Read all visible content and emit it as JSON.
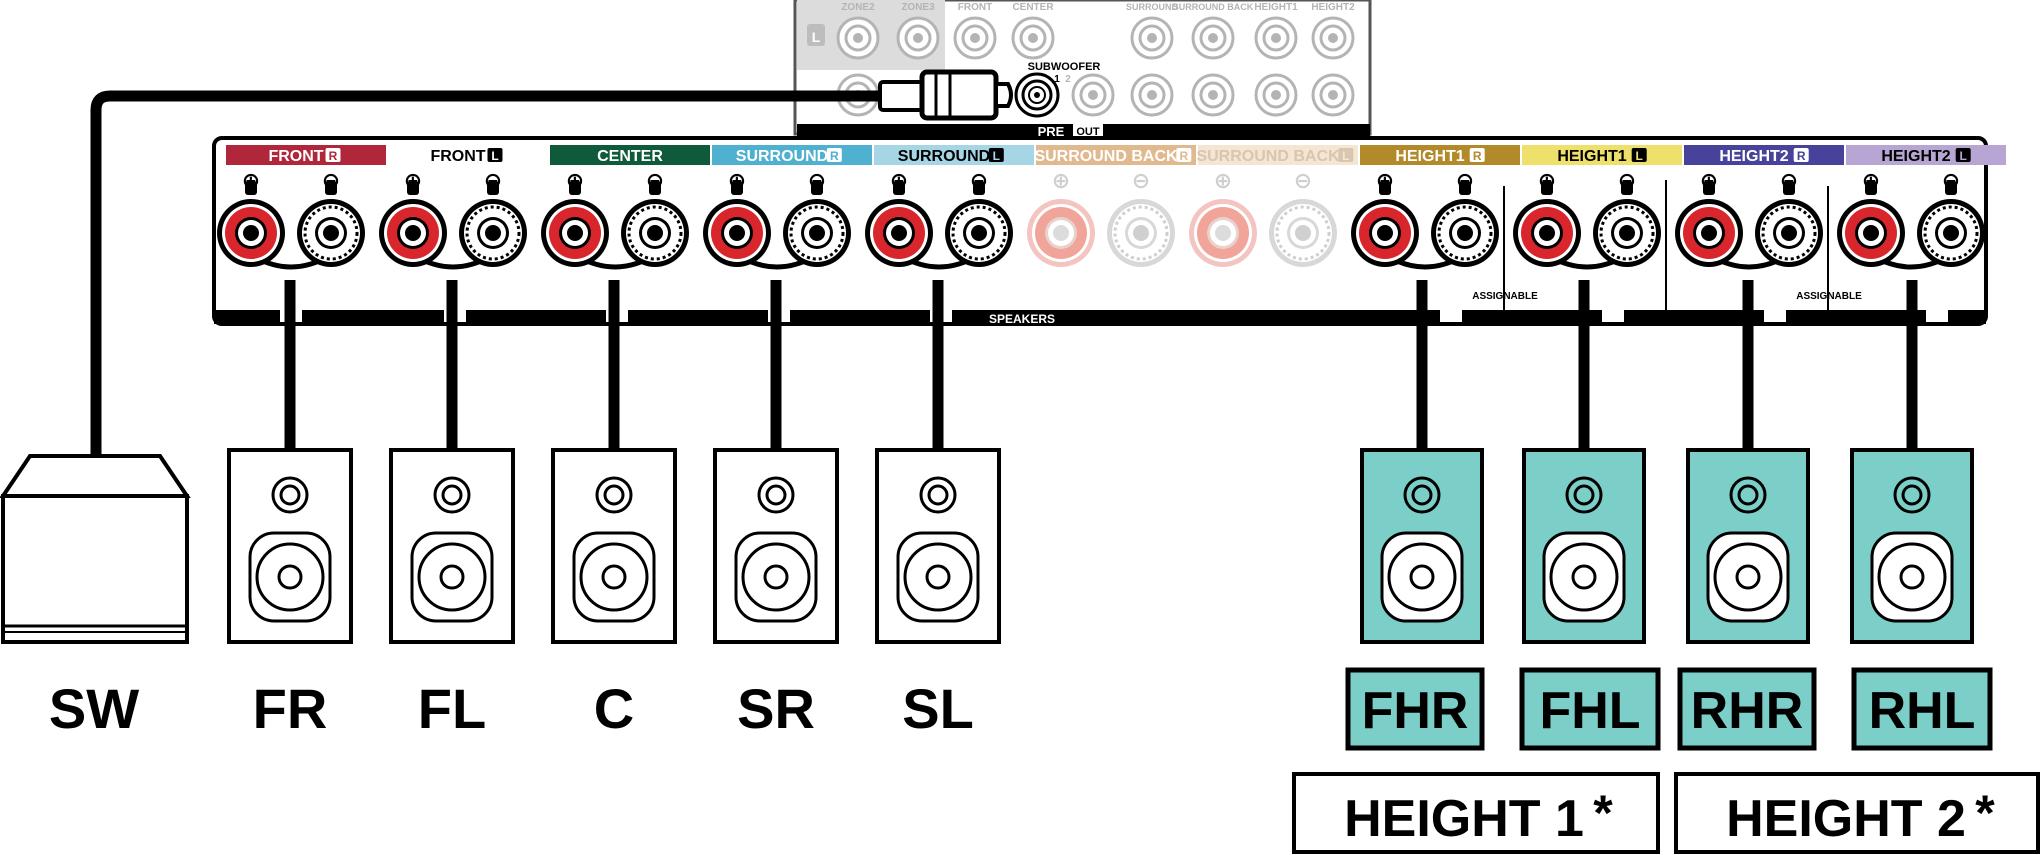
{
  "pre_out": {
    "zone_l": "L",
    "zone2": "ZONE2",
    "zone3": "ZONE3",
    "front": "FRONT",
    "center": "CENTER",
    "surround": "SURROUND",
    "surround_back": "SURROUND BACK",
    "height1": "HEIGHT1",
    "height2": "HEIGHT2",
    "subwoofer": "SUBWOOFER",
    "sw_1": "1",
    "sw_2": "2",
    "pre": "PRE",
    "out": "OUT"
  },
  "speaker_panel": {
    "speakers_label": "SPEAKERS",
    "assignable_1": "ASSIGNABLE",
    "assignable_2": "ASSIGNABLE",
    "plus_sign": "⊕",
    "minus_sign": "⊖",
    "channels": [
      {
        "label": "FRONT",
        "side": "R",
        "color": "#b0263a",
        "text": "#ffffff",
        "active": true
      },
      {
        "label": "FRONT",
        "side": "L",
        "color": "#ffffff",
        "text": "#000000",
        "active": true
      },
      {
        "label": "CENTER",
        "side": "",
        "color": "#0f5a3a",
        "text": "#ffffff",
        "active": true
      },
      {
        "label": "SURROUND",
        "side": "R",
        "color": "#4fb1cf",
        "text": "#ffffff",
        "active": true
      },
      {
        "label": "SURROUND",
        "side": "L",
        "color": "#a6d6e6",
        "text": "#000000",
        "active": true
      },
      {
        "label": "SURROUND BACK",
        "side": "R",
        "color": "#e0b98f",
        "text": "#ffffff",
        "active": false
      },
      {
        "label": "SURROUND BACK",
        "side": "L",
        "color": "#f4e6d3",
        "text": "#d8c6b0",
        "active": false
      },
      {
        "label": "HEIGHT1",
        "side": "R",
        "color": "#b38a2a",
        "text": "#ffffff",
        "active": true
      },
      {
        "label": "HEIGHT1",
        "side": "L",
        "color": "#eee06a",
        "text": "#000000",
        "active": true
      },
      {
        "label": "HEIGHT2",
        "side": "R",
        "color": "#47439a",
        "text": "#ffffff",
        "active": true
      },
      {
        "label": "HEIGHT2",
        "side": "L",
        "color": "#b7a6d4",
        "text": "#000000",
        "active": true
      }
    ]
  },
  "speakers": {
    "sw": "SW",
    "fr": "FR",
    "fl": "FL",
    "c": "C",
    "sr": "SR",
    "sl": "SL",
    "fhr": "FHR",
    "fhl": "FHL",
    "rhr": "RHR",
    "rhl": "RHL",
    "height_speaker_color": "#7ccfc9"
  },
  "groups": {
    "height1": "HEIGHT 1",
    "height2": "HEIGHT 2",
    "asterisk": "*"
  }
}
